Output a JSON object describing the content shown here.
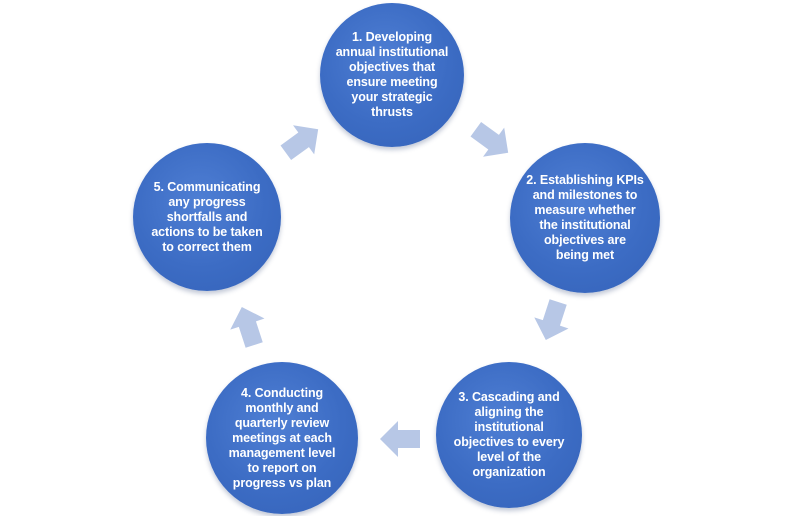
{
  "diagram": {
    "steps": [
      {
        "label": "1. Developing\nannual institutional\nobjectives that\nensure meeting\nyour strategic\nthrusts"
      },
      {
        "label": "2. Establishing KPIs\nand milestones to\nmeasure whether\nthe institutional\nobjectives are\nbeing met"
      },
      {
        "label": "3. Cascading and\naligning the\ninstitutional\nobjectives to every\nlevel of the\norganization"
      },
      {
        "label": "4. Conducting\nmonthly and\nquarterly review\nmeetings at each\nmanagement level\nto report on\nprogress vs plan"
      },
      {
        "label": "5. Communicating\nany progress\nshortfalls and\nactions to be taken\nto correct them"
      }
    ],
    "colors": {
      "node_fill": "#3c6cc4",
      "node_text": "#ffffff",
      "arrow_fill": "#b7c7e6"
    },
    "arrow_icon": "right-arrow-icon"
  }
}
